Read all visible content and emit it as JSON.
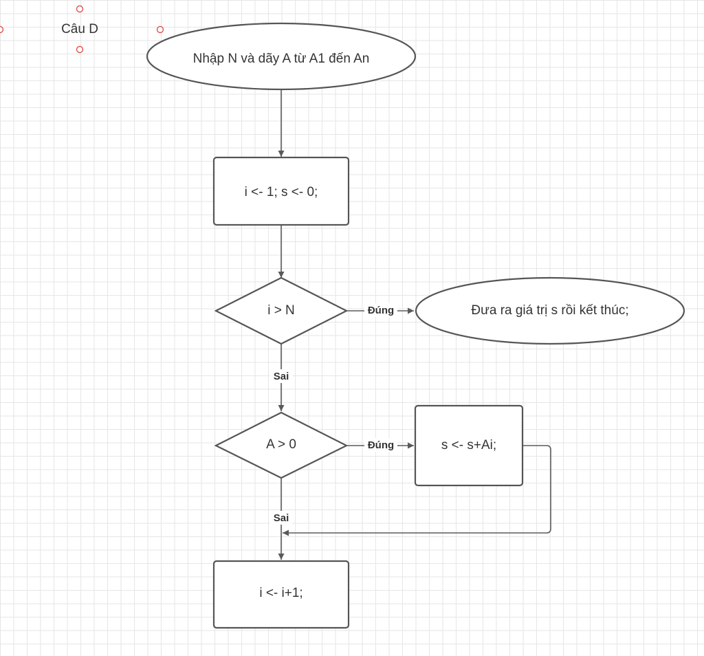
{
  "text_label": "Câu D",
  "nodes": {
    "start": "Nhập N và dãy A từ A1 đến An",
    "init": "i <- 1; s <- 0;",
    "cond1": "i > N",
    "end": "Đưa ra giá trị s rồi kết thúc;",
    "cond2": "A > 0",
    "add": "s <- s+Ai;",
    "inc": "i <- i+1;"
  },
  "edges": {
    "cond1_true": "Đúng",
    "cond1_false": "Sai",
    "cond2_true": "Đúng",
    "cond2_false": "Sai"
  }
}
